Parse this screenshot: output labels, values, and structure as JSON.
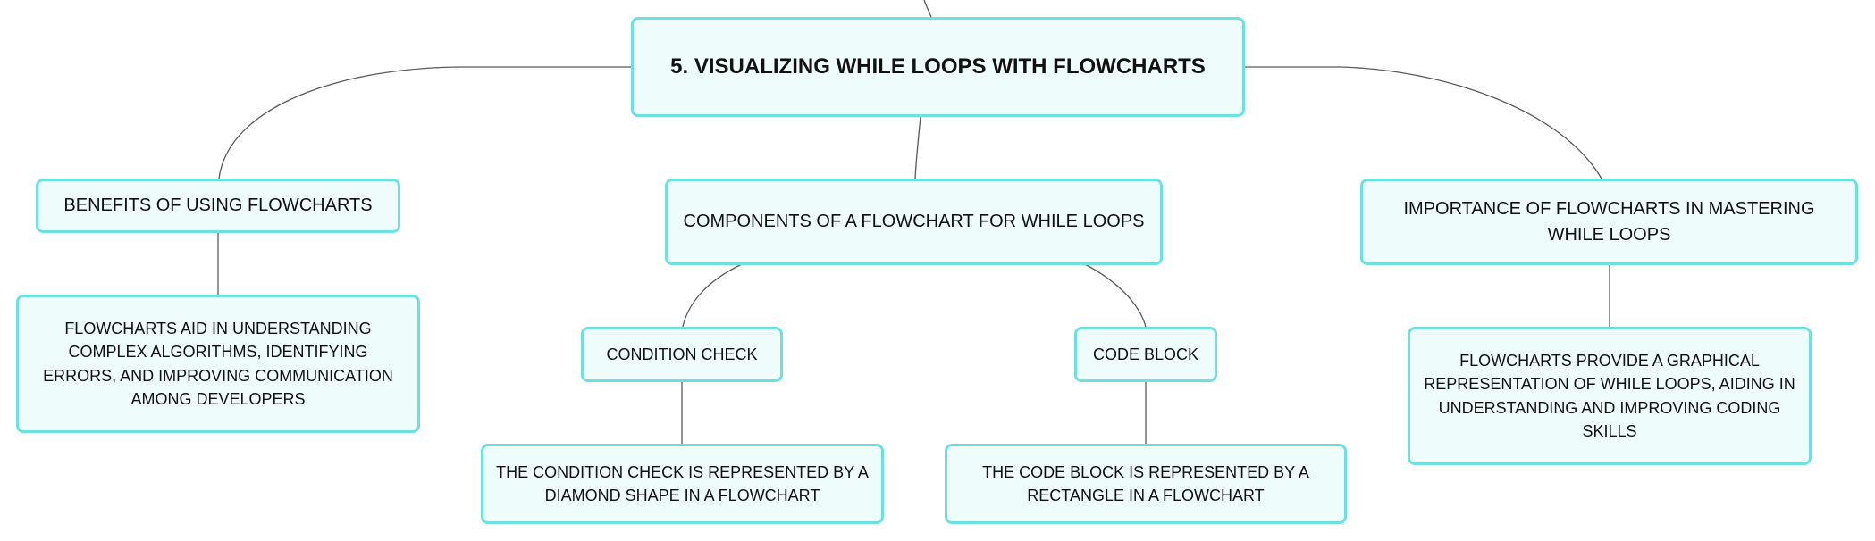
{
  "mindmap": {
    "root": {
      "label": "5. VISUALIZING WHILE LOOPS WITH FLOWCHARTS"
    },
    "benefits": {
      "label": "BENEFITS OF USING FLOWCHARTS",
      "detail": "FLOWCHARTS AID IN UNDERSTANDING COMPLEX ALGORITHMS, IDENTIFYING ERRORS, AND IMPROVING COMMUNICATION AMONG DEVELOPERS"
    },
    "components": {
      "label": "COMPONENTS OF A FLOWCHART FOR WHILE LOOPS",
      "condition": {
        "label": "CONDITION CHECK",
        "detail": "THE CONDITION CHECK IS REPRESENTED BY A DIAMOND SHAPE IN A FLOWCHART"
      },
      "code": {
        "label": "CODE BLOCK",
        "detail": "THE CODE BLOCK IS REPRESENTED BY A RECTANGLE IN A FLOWCHART"
      }
    },
    "importance": {
      "label": "IMPORTANCE OF FLOWCHARTS IN MASTERING WHILE LOOPS",
      "detail": "FLOWCHARTS PROVIDE A GRAPHICAL REPRESENTATION OF WHILE LOOPS, AIDING IN UNDERSTANDING AND IMPROVING CODING SKILLS"
    }
  },
  "colors": {
    "node_fill": "#effcfc",
    "node_border": "#6fe0e0",
    "connector": "#5a5a5a",
    "text": "#111111"
  }
}
